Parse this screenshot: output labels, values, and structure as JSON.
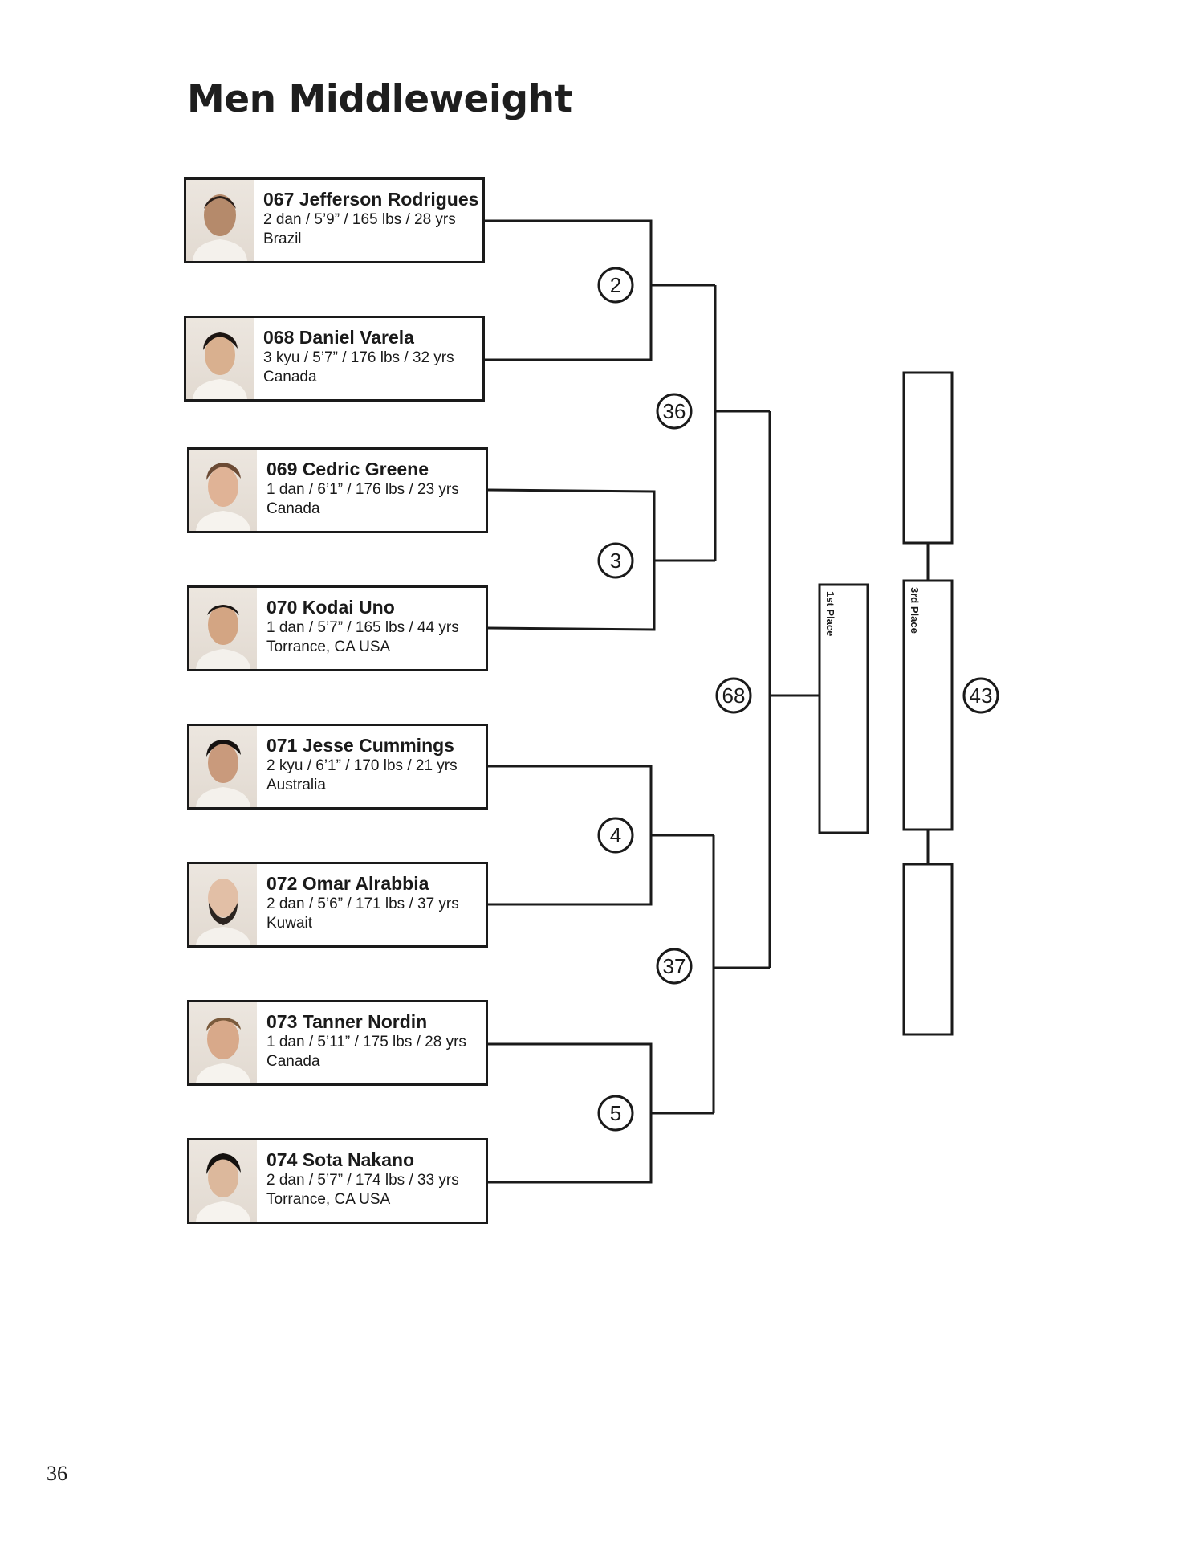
{
  "page": {
    "title": "Men Middleweight",
    "page_number": "36"
  },
  "competitors": [
    {
      "name": "067 Jefferson Rodrigues",
      "stats": "2 dan / 5’9” / 165 lbs / 28 yrs",
      "location": "Brazil"
    },
    {
      "name": "068 Daniel Varela",
      "stats": "3 kyu / 5’7” / 176 lbs / 32 yrs",
      "location": "Canada"
    },
    {
      "name": "069 Cedric Greene",
      "stats": "1 dan / 6’1” / 176 lbs / 23 yrs",
      "location": "Canada"
    },
    {
      "name": "070 Kodai Uno",
      "stats": "1 dan / 5’7” / 165 lbs / 44 yrs",
      "location": "Torrance, CA USA"
    },
    {
      "name": "071 Jesse Cummings",
      "stats": "2 kyu / 6’1” / 170 lbs / 21 yrs",
      "location": "Australia"
    },
    {
      "name": "072 Omar Alrabbia",
      "stats": "2 dan / 5’6” / 171 lbs / 37 yrs",
      "location": "Kuwait"
    },
    {
      "name": "073 Tanner Nordin",
      "stats": "1 dan / 5’11” / 175 lbs / 28 yrs",
      "location": "Canada"
    },
    {
      "name": "074 Sota Nakano",
      "stats": "2 dan / 5’7” / 174 lbs / 33 yrs",
      "location": "Torrance, CA USA"
    }
  ],
  "matches": {
    "r1_a": "2",
    "r1_b": "3",
    "r1_c": "4",
    "r1_d": "5",
    "semi_top": "36",
    "semi_bottom": "37",
    "final": "68",
    "third_place_match": "43"
  },
  "placements": {
    "first": "1st Place",
    "third": "3rd Place"
  },
  "colors": {
    "line": "#1a1a1a",
    "background": "#ffffff"
  }
}
